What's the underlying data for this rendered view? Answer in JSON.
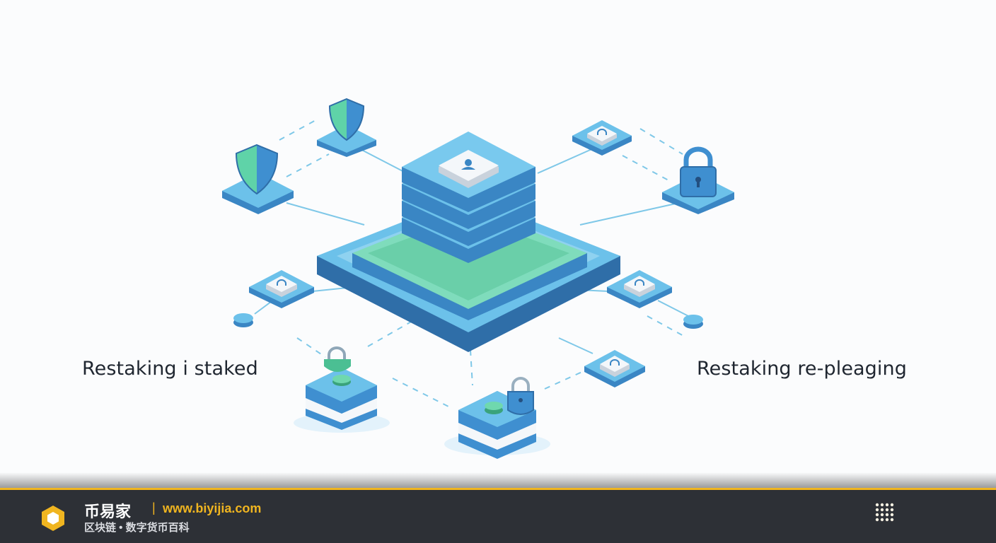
{
  "diagram": {
    "left_label": "Restaking i staked",
    "right_label": "Restaking re-pleaging",
    "colors": {
      "blue_top": "#6cc1ea",
      "blue_side": "#3a86c4",
      "blue_dark": "#285f98",
      "green_top": "#7fdcbc",
      "green_side": "#4fb893",
      "connector": "#7fc8e8",
      "background": "#fbfcfd"
    },
    "icons": [
      "shield-icon",
      "shield-icon",
      "lock-icon",
      "lock-icon",
      "lock-icon",
      "coin-icon",
      "coin-icon",
      "user-icon"
    ]
  },
  "footer": {
    "brand": "币易家",
    "separator": "|",
    "url": "www.biyijia.com",
    "tagline": "区块链 • 数字货币百科",
    "colors": {
      "background": "#2d3036",
      "accent": "#f0b520"
    }
  }
}
